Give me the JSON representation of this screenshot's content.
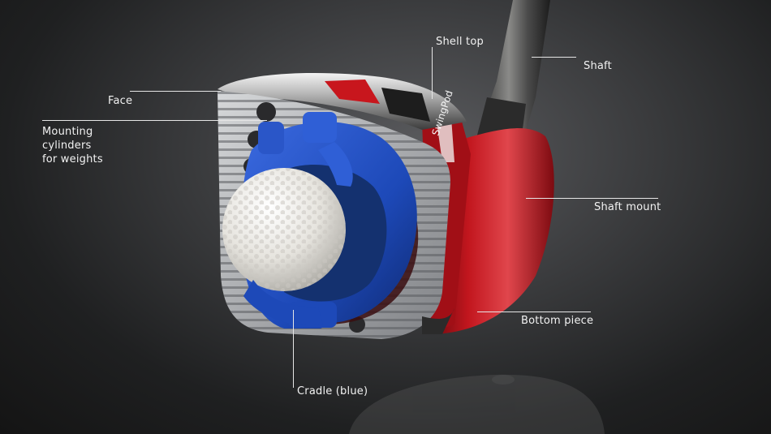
{
  "brand": "SwingPod",
  "labels": {
    "shell_top": "Shell top",
    "shaft": "Shaft",
    "face": "Face",
    "mounting_cylinders": "Mounting\ncylinders\nfor weights",
    "shaft_mount": "Shaft mount",
    "bottom_piece": "Bottom piece",
    "cradle": "Cradle (blue)"
  },
  "colors": {
    "background": "#2a2b2d",
    "head_red": "#b3141c",
    "cradle_blue": "#1d49b8",
    "face_metal": "#b9bbbe",
    "ball": "#ecebe6",
    "label_text": "#f2f2f2"
  }
}
